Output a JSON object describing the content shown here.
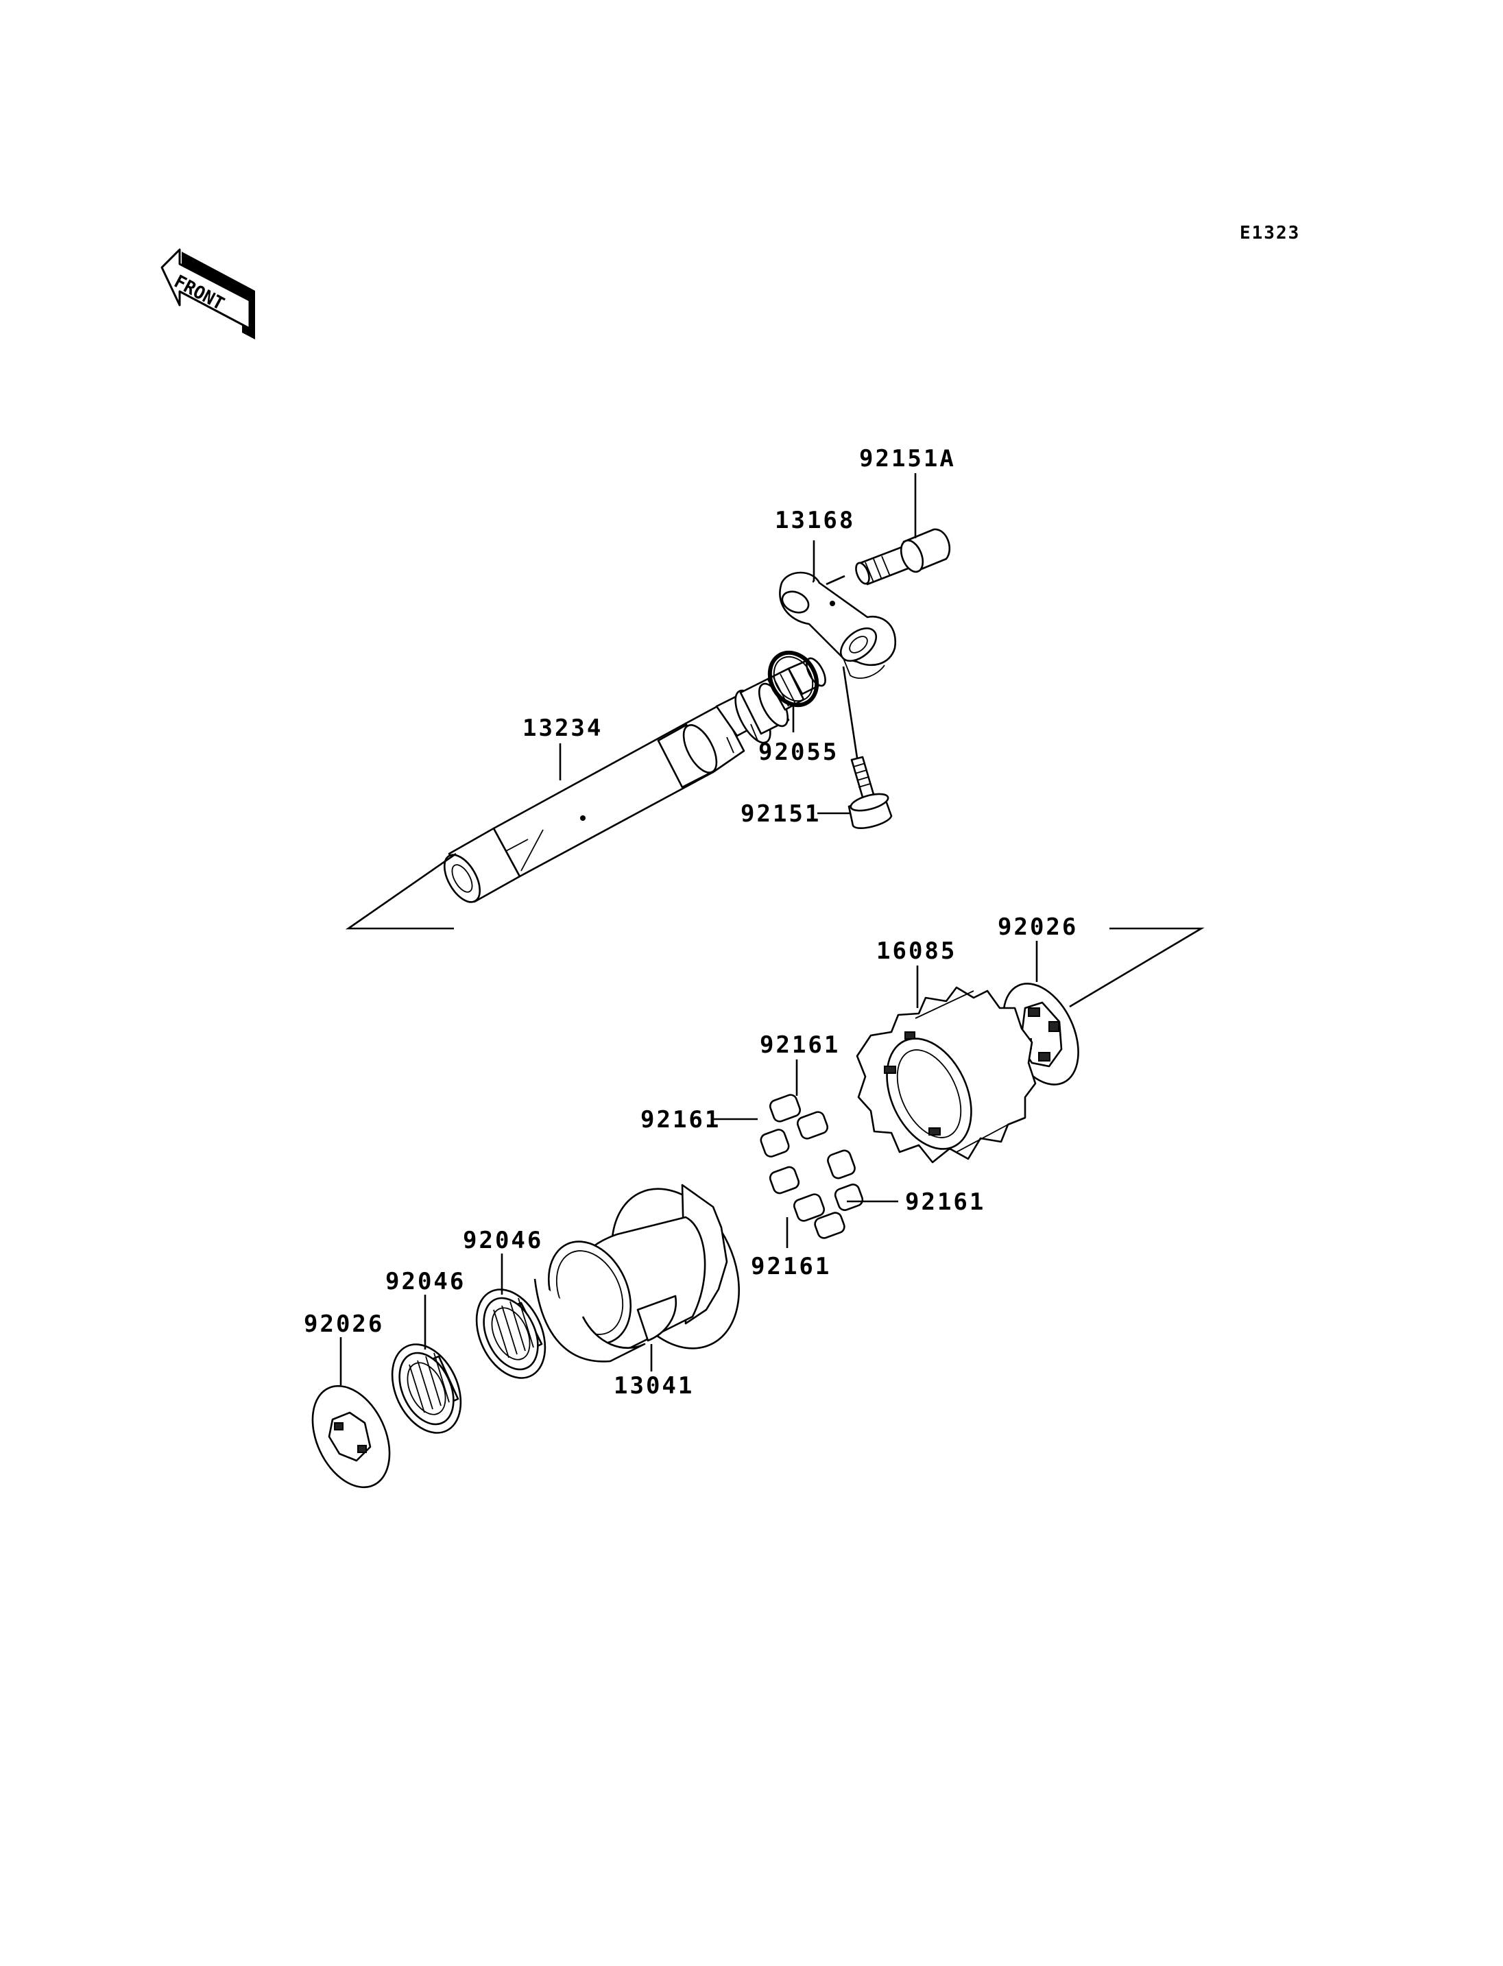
{
  "diagram_code": "E1323",
  "front_arrow_text": "FRONT",
  "callouts": {
    "p92151A": "92151A",
    "p13168": "13168",
    "p13234": "13234",
    "p92055": "92055",
    "p92151": "92151",
    "p92026_top": "92026",
    "p16085": "16085",
    "p92161_top": "92161",
    "p92161_left": "92161",
    "p92161_right": "92161",
    "p92161_bottom": "92161",
    "p92046_a": "92046",
    "p92046_b": "92046",
    "p92026_bottom": "92026",
    "p13041": "13041"
  }
}
